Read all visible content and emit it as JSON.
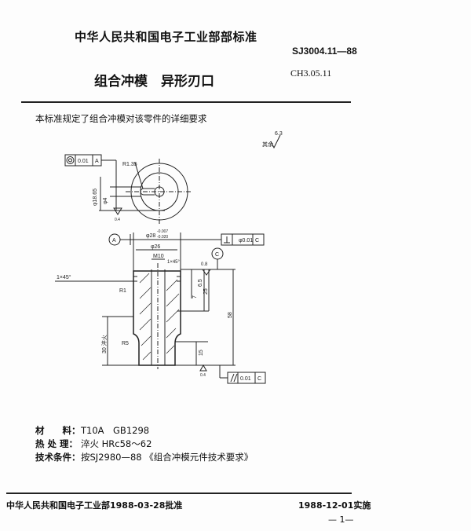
{
  "header": {
    "organization": "中华人民共和国电子工业部部标准",
    "standard_code": "SJ3004.11—88",
    "title": "组合冲模　异形刃口",
    "category_code": "CH3.05.11"
  },
  "intro": "本标准规定了组合冲模对该零件的详细要求",
  "drawing": {
    "roughness_note": "其余",
    "roughness_value": "6.3",
    "top_frame_tol": "0.01",
    "top_frame_datum": "A",
    "radius_label": "R1.35",
    "dia_label_1": "φ18.65",
    "dia_label_2": "φ4",
    "ra_small": "0.4",
    "datum_a": "A",
    "datum_c": "C",
    "dia_28": "φ28",
    "dia_28_tol_upper": "-0.007",
    "dia_28_tol_lower": "-0.020",
    "dia_26": "φ26",
    "thread": "M10",
    "chamfer_small": "1×45°",
    "chamfer": "1×45°",
    "r1": "R1",
    "r5": "R5",
    "perp_tol": "φ0.01",
    "perp_datum": "C",
    "ra_top": "0.8",
    "dim_65": "6.5",
    "dim_7": "7",
    "dim_25": "25",
    "dim_58": "58",
    "dim_30": "30 淬火",
    "dim_15": "15",
    "ra_bottom": "0.4",
    "par_tol": "0.01",
    "par_datum": "C"
  },
  "specs": [
    {
      "label": "材　　料：",
      "value": "T10A　GB1298"
    },
    {
      "label": "热 处 理：",
      "value": "淬火 HRc58～62"
    },
    {
      "label": "技术条件：",
      "value": "按SJ2980—88 《组合冲模元件技术要求》"
    }
  ],
  "footer": {
    "approval": "中华人民共和国电子工业部1988-03-28批准",
    "effective": "1988-12-01实施",
    "page": "— 1—"
  }
}
